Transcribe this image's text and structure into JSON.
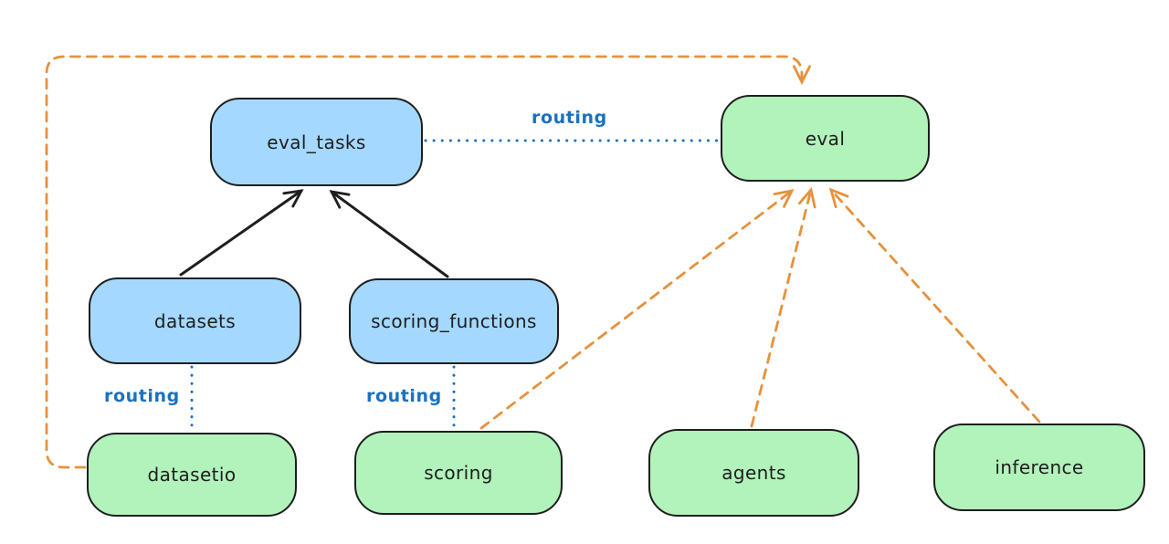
{
  "diagram": {
    "nodes": [
      {
        "id": "eval_tasks",
        "label": "eval_tasks",
        "color": "blue"
      },
      {
        "id": "eval",
        "label": "eval",
        "color": "green"
      },
      {
        "id": "datasets",
        "label": "datasets",
        "color": "blue"
      },
      {
        "id": "scoring_functions",
        "label": "scoring_functions",
        "color": "blue"
      },
      {
        "id": "datasetio",
        "label": "datasetio",
        "color": "green"
      },
      {
        "id": "scoring",
        "label": "scoring",
        "color": "green"
      },
      {
        "id": "agents",
        "label": "agents",
        "color": "green"
      },
      {
        "id": "inference",
        "label": "inference",
        "color": "green"
      }
    ],
    "edge_labels": [
      {
        "id": "routing-top",
        "text": "routing"
      },
      {
        "id": "routing-datasets",
        "text": "routing"
      },
      {
        "id": "routing-scoring",
        "text": "routing"
      }
    ],
    "edges": [
      {
        "from": "datasets",
        "to": "eval_tasks",
        "style": "solid-arrow",
        "color": "black"
      },
      {
        "from": "scoring_functions",
        "to": "eval_tasks",
        "style": "solid-arrow",
        "color": "black"
      },
      {
        "from": "eval_tasks",
        "to": "eval",
        "style": "dotted-line",
        "color": "blue",
        "label": "routing"
      },
      {
        "from": "datasets",
        "to": "datasetio",
        "style": "dotted-line",
        "color": "blue",
        "label": "routing"
      },
      {
        "from": "scoring_functions",
        "to": "scoring",
        "style": "dotted-line",
        "color": "blue",
        "label": "routing"
      },
      {
        "from": "datasetio",
        "to": "eval",
        "style": "dashed-arrow",
        "color": "orange"
      },
      {
        "from": "scoring",
        "to": "eval",
        "style": "dashed-arrow",
        "color": "orange"
      },
      {
        "from": "agents",
        "to": "eval",
        "style": "dashed-arrow",
        "color": "orange"
      },
      {
        "from": "inference",
        "to": "eval",
        "style": "dashed-arrow",
        "color": "orange"
      }
    ],
    "colors": {
      "node_blue": "#a5d8ff",
      "node_green": "#b2f2bb",
      "stroke": "#1e1e1e",
      "routing_blue": "#1971c2",
      "orange": "#e6913c",
      "background": "#ffffff"
    }
  }
}
